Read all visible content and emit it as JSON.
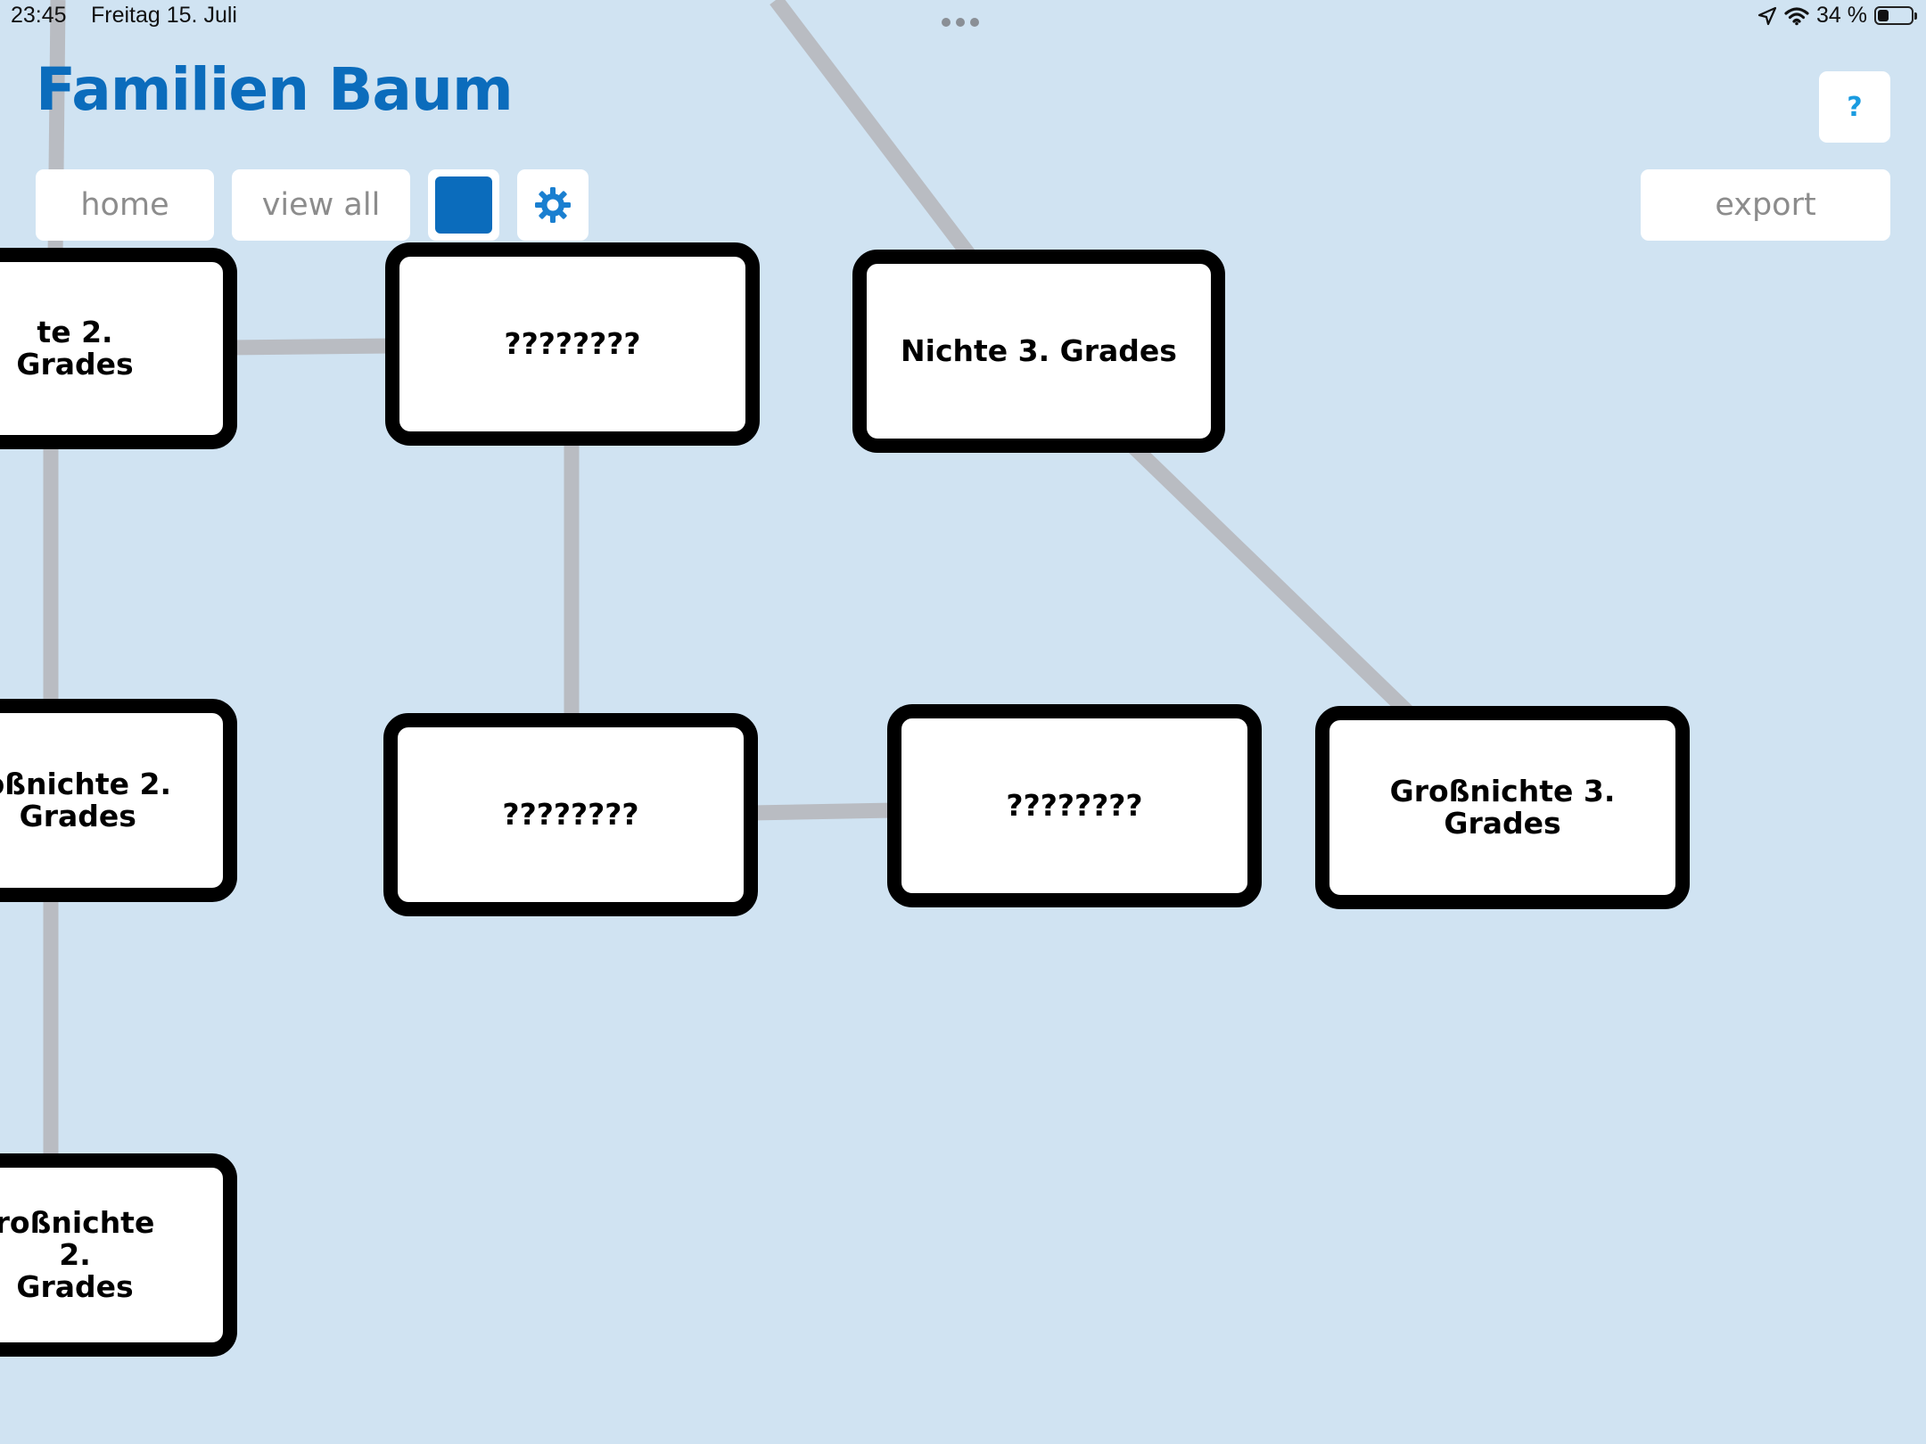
{
  "status_bar": {
    "time": "23:45",
    "date": "Freitag 15. Juli",
    "battery_percent": "34 %",
    "battery_level": 0.34,
    "icons": [
      "location-arrow-icon",
      "wifi-icon",
      "battery-icon"
    ]
  },
  "app": {
    "title": "Familien Baum"
  },
  "toolbar": {
    "home_label": "home",
    "view_all_label": "view all",
    "color_swatch": "#0b6cbc",
    "settings_icon": "gear-icon",
    "export_label": "export",
    "help_label": "?"
  },
  "tree": {
    "nodes": [
      {
        "id": "n1",
        "label": "te 2. Grades"
      },
      {
        "id": "n2",
        "label": "????????"
      },
      {
        "id": "n3",
        "label": "Nichte 3. Grades"
      },
      {
        "id": "n4",
        "label": "oßnichte 2.\nGrades"
      },
      {
        "id": "n5",
        "label": "????????"
      },
      {
        "id": "n6",
        "label": "????????"
      },
      {
        "id": "n7",
        "label": "Großnichte 3.\nGrades"
      },
      {
        "id": "n8",
        "label": "roßnichte 2.\nGrades"
      }
    ]
  },
  "colors": {
    "background": "#d0e3f2",
    "accent": "#0b6cbc",
    "connector": "#b9bcc2",
    "node_border": "#000000",
    "button_text": "#8c8c8c",
    "help_text": "#1a9be0"
  }
}
